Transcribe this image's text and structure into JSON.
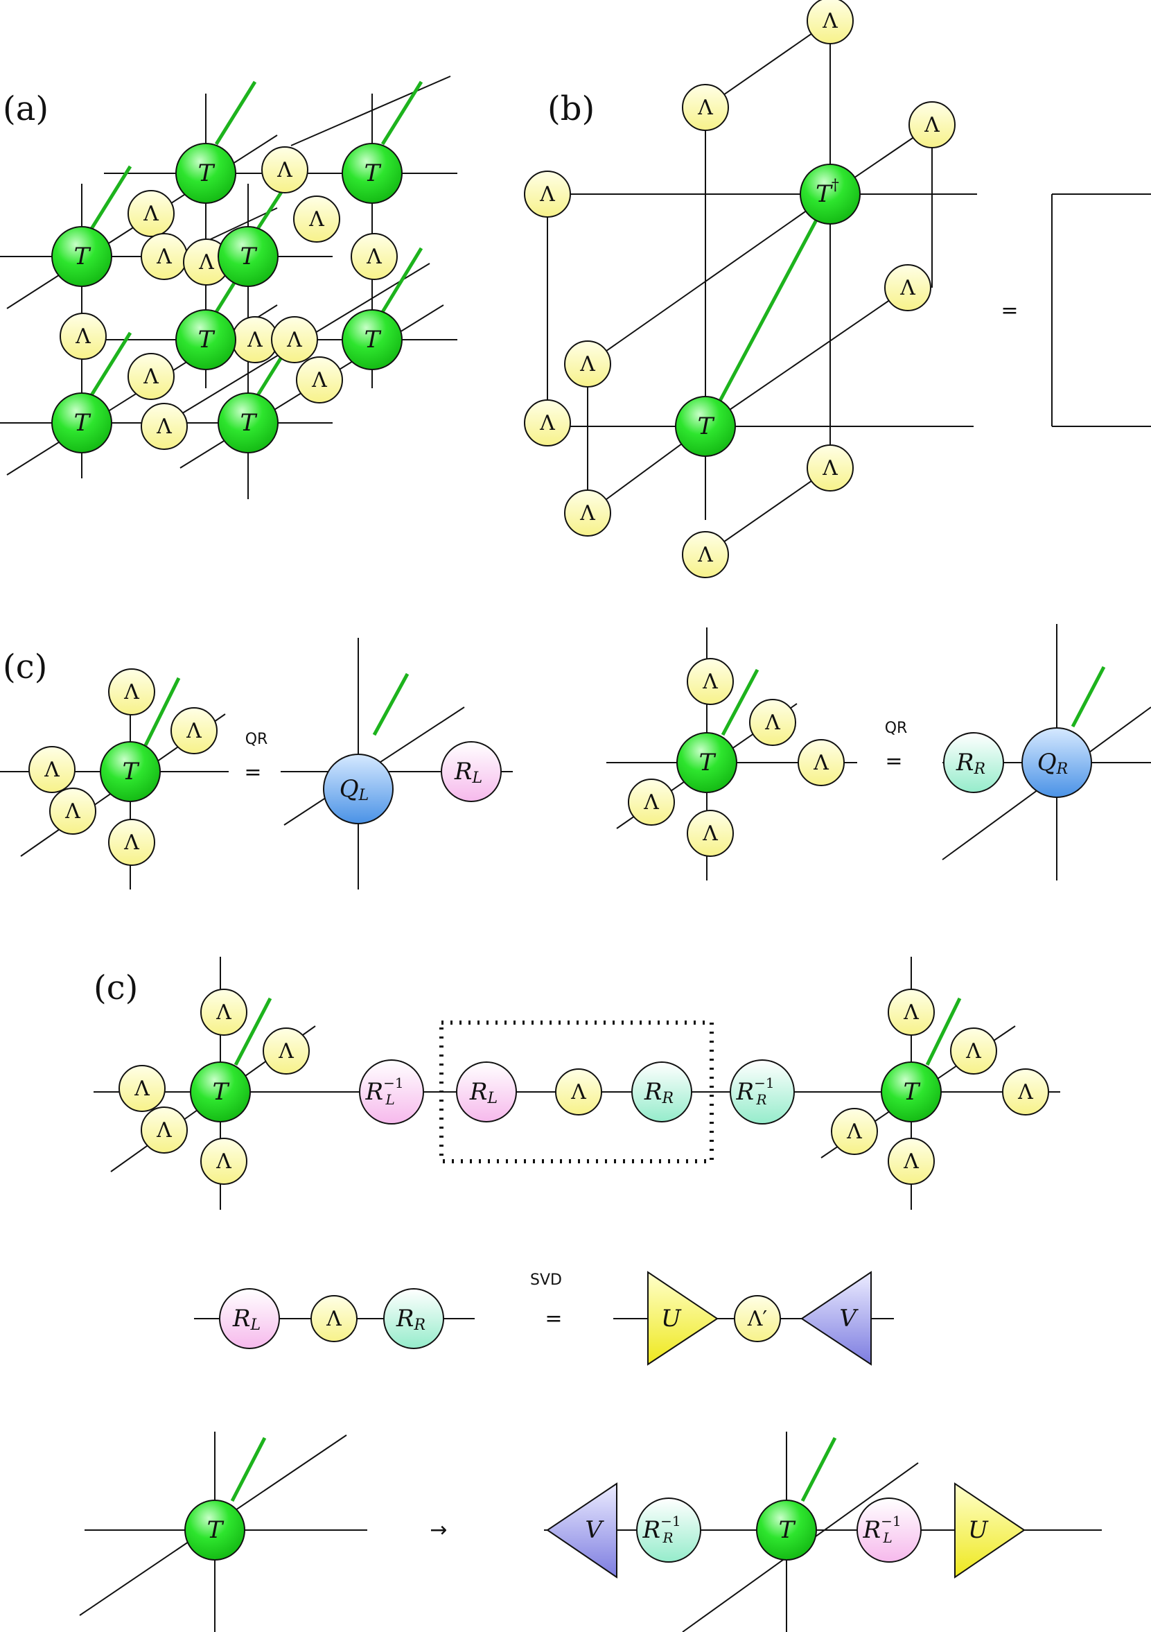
{
  "panels": {
    "a": "(a)",
    "b": "(b)",
    "c": "(c)",
    "d": "(c)"
  },
  "symbols": {
    "lambda": "Λ",
    "lambda_prime": "Λ′",
    "T": "T",
    "T_dagger_sup": "†",
    "Q": "Q",
    "R": "R",
    "U": "U",
    "V": "V",
    "sub_L": "L",
    "sub_R": "R",
    "sup_inv": "−1"
  },
  "operations": {
    "qr": "QR",
    "svd": "SVD",
    "equals": "=",
    "arrow": "→"
  },
  "colors": {
    "T": "#2ee52e",
    "lambda": "#fdfcb0",
    "Q": "#5aa0ec",
    "R_L": "#fbd2f3",
    "R_R": "#b8f5dc",
    "U": "#f5f23a",
    "V": "#9a9ae8",
    "physical_leg": "#1db31d"
  }
}
